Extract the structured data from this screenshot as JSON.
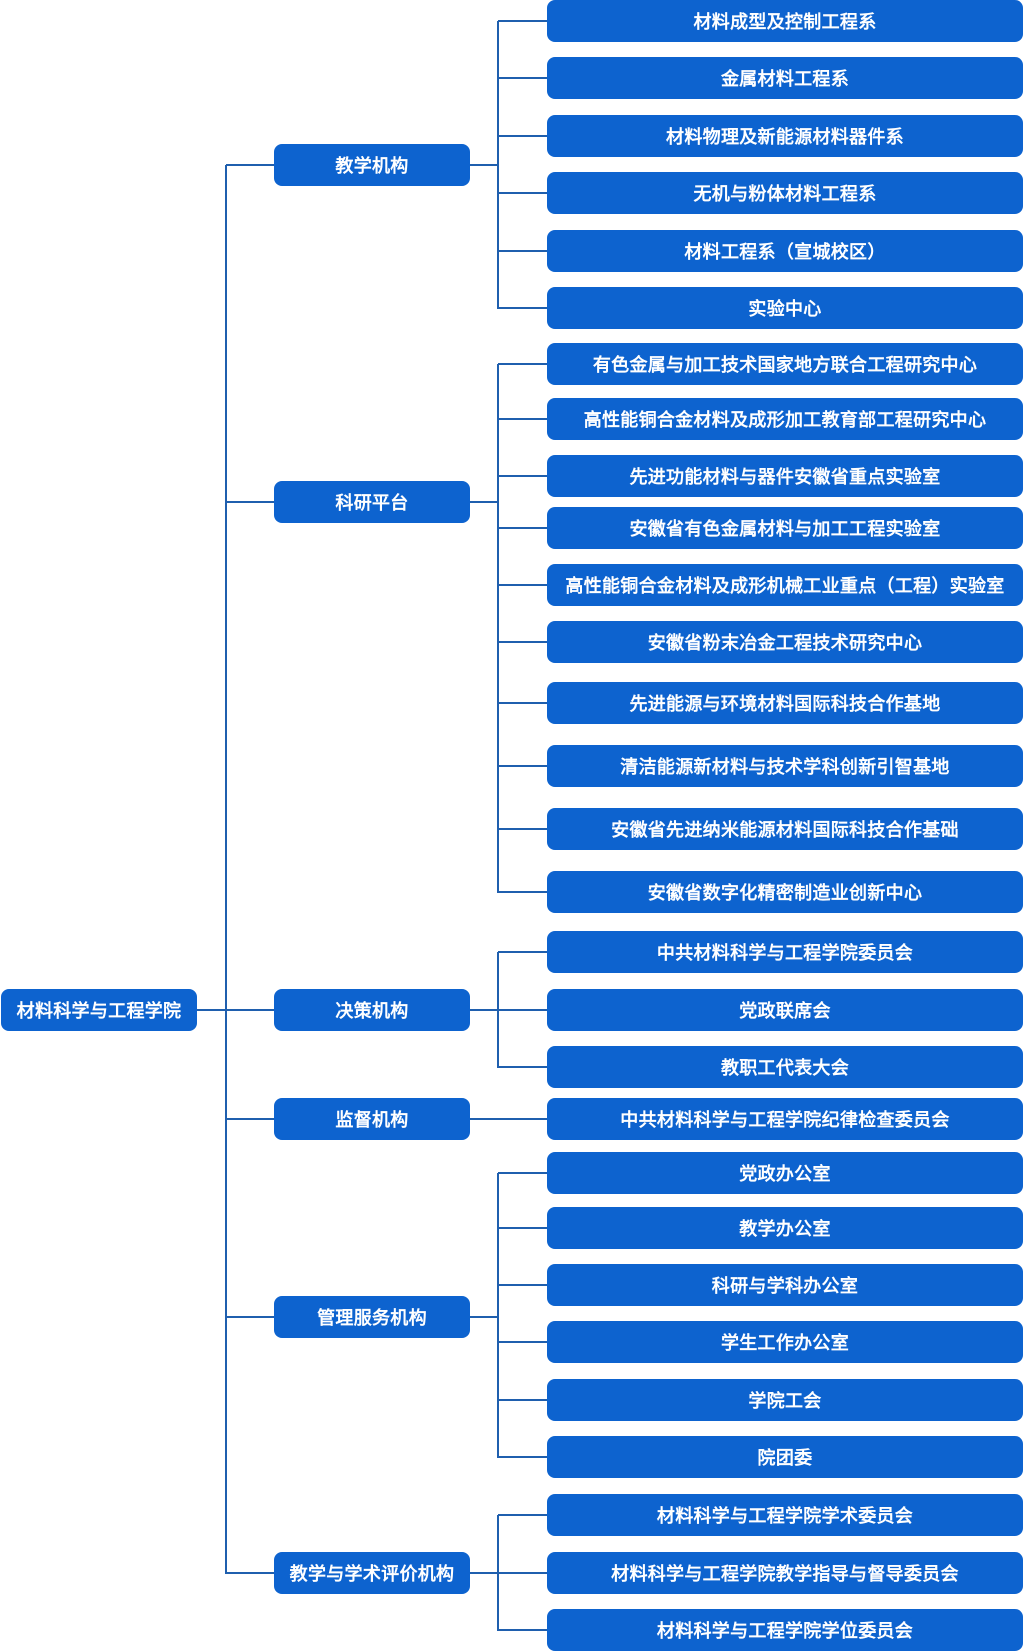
{
  "root": {
    "label": "材料科学与工程学院"
  },
  "groups": [
    {
      "label": "教学机构",
      "children": [
        "材料成型及控制工程系",
        "金属材料工程系",
        "材料物理及新能源材料器件系",
        "无机与粉体材料工程系",
        "材料工程系（宣城校区）",
        "实验中心"
      ]
    },
    {
      "label": "科研平台",
      "children": [
        "有色金属与加工技术国家地方联合工程研究中心",
        "高性能铜合金材料及成形加工教育部工程研究中心",
        "先进功能材料与器件安徽省重点实验室",
        "安徽省有色金属材料与加工工程实验室",
        "高性能铜合金材料及成形机械工业重点（工程）实验室",
        "安徽省粉末冶金工程技术研究中心",
        "先进能源与环境材料国际科技合作基地",
        "清洁能源新材料与技术学科创新引智基地",
        "安徽省先进纳米能源材料国际科技合作基础",
        "安徽省数字化精密制造业创新中心"
      ]
    },
    {
      "label": "决策机构",
      "children": [
        "中共材料科学与工程学院委员会",
        "党政联席会",
        "教职工代表大会"
      ]
    },
    {
      "label": "监督机构",
      "children": [
        "中共材料科学与工程学院纪律检查委员会"
      ]
    },
    {
      "label": "管理服务机构",
      "children": [
        "党政办公室",
        "教学办公室",
        "科研与学科办公室",
        "学生工作办公室",
        "学院工会",
        "院团委"
      ]
    },
    {
      "label": "教学与学术评价机构",
      "children": [
        "材料科学与工程学院学术委员会",
        "材料科学与工程学院教学指导与督导委员会",
        "材料科学与工程学院学位委员会"
      ]
    }
  ]
}
